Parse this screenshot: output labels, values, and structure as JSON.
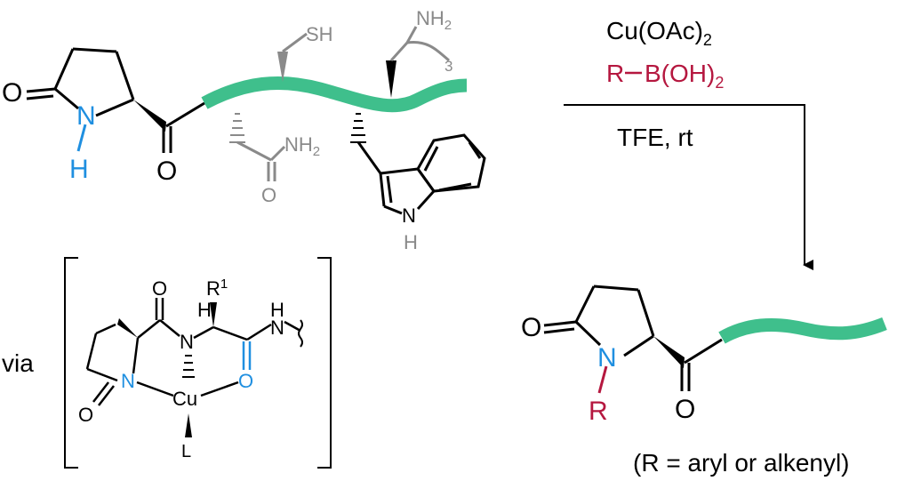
{
  "colors": {
    "bond": "#000000",
    "gray": "#8a8a8a",
    "blue": "#1f8fe0",
    "red": "#b5173f",
    "chain": "#3fbf8c"
  },
  "start": {
    "lactam_O": "O",
    "ring_N": "N",
    "NH_H": "H",
    "ketone_O": "O",
    "thiol": "SH",
    "amine_N": "NH",
    "amine_sub": "2",
    "chain_sub": "3",
    "amide_NH": "NH",
    "amide_sub": "2",
    "amide_O": "O",
    "indole_N": "N",
    "indole_H": "H"
  },
  "conditions": {
    "reagent1": "Cu(OAc)",
    "reagent1_sub": "2",
    "reagent2_R": "R",
    "reagent2_B": "B(OH)",
    "reagent2_sub": "2",
    "below": "TFE, rt"
  },
  "intermediate": {
    "via": "via",
    "O_top": "O",
    "H_label": "H",
    "R": "R",
    "R_sup": "1",
    "N_center": "N",
    "NH_right": "H",
    "N_right": "N",
    "N_ring": "N",
    "Cu": "Cu",
    "O_blue": "O",
    "O_lactam": "O",
    "L": "L"
  },
  "product": {
    "lactam_O": "O",
    "ring_N": "N",
    "R": "R",
    "ketone_O": "O",
    "caption": "(R = aryl or alkenyl)"
  }
}
